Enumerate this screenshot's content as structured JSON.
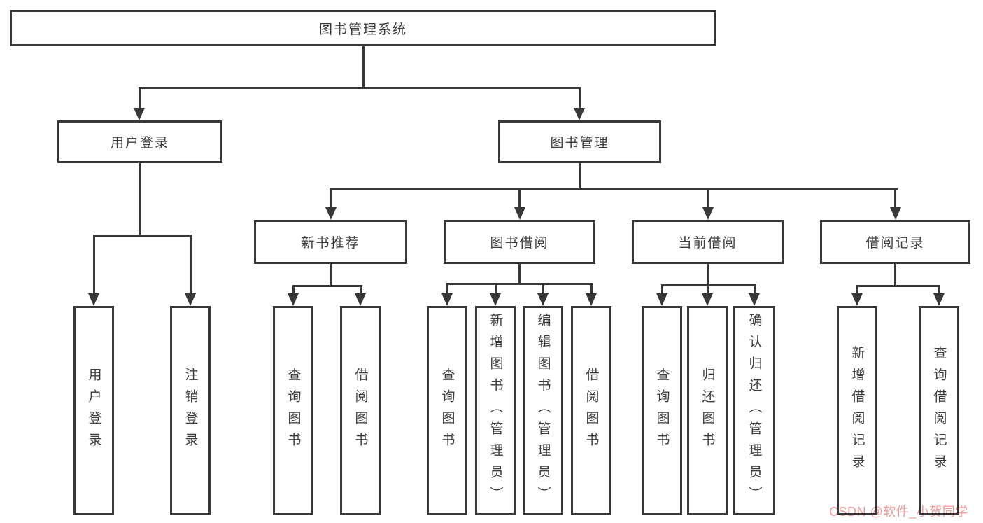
{
  "diagram": {
    "root": "图书管理系统",
    "branches": {
      "user_login": "用户登录",
      "book_management": "图书管理"
    },
    "modules": {
      "new_book_rec": "新书推荐",
      "book_borrowing": "图书借阅",
      "current_borrowing": "当前借阅",
      "borrowing_records": "借阅记录"
    },
    "leaves": {
      "user_login": [
        "用户登录",
        "注销登录"
      ],
      "new_book_rec": [
        "查询图书",
        "借阅图书"
      ],
      "book_borrowing": [
        "查询图书",
        "新增图书（管理员）",
        "编辑图书（管理员）",
        "借阅图书"
      ],
      "current_borrowing": [
        "查询图书",
        "归还图书",
        "确认归还（管理员）"
      ],
      "borrowing_records": [
        "新增借阅记录",
        "查询借阅记录"
      ]
    }
  },
  "watermark": {
    "text": "CSDN @软件_小贺同学",
    "color": "#ef9a9a"
  },
  "colors": {
    "line": "#383838",
    "text": "#3c3c3c",
    "background": "#ffffff"
  }
}
